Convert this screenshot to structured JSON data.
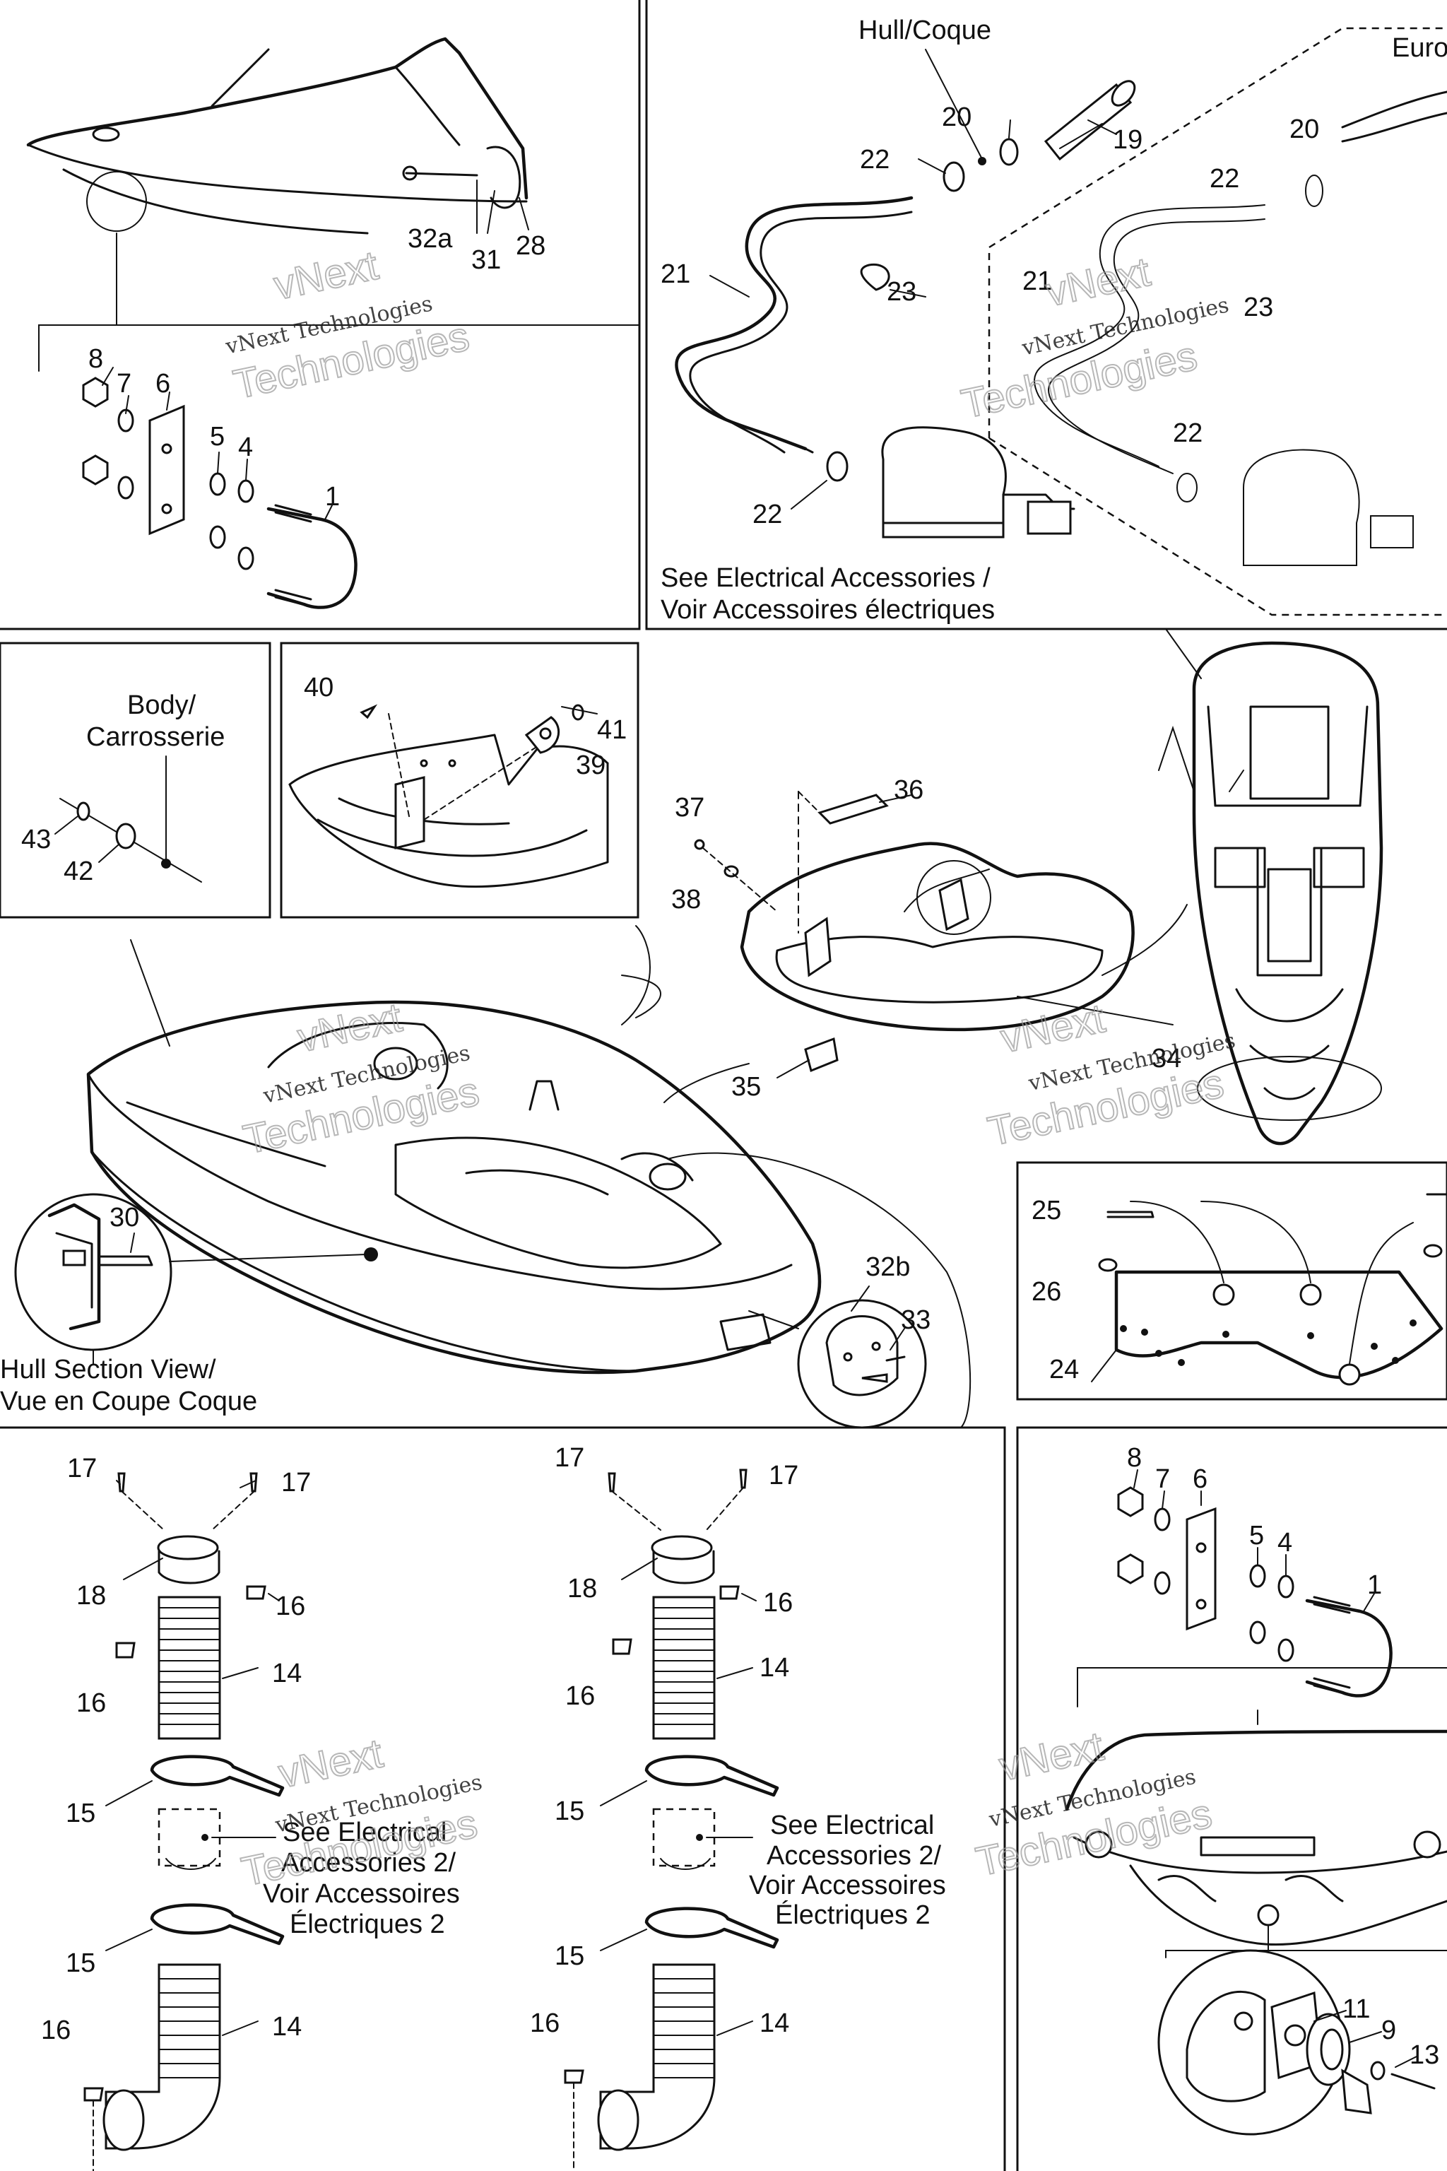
{
  "labels": {
    "top_left": [
      "32a",
      "31",
      "28",
      "8",
      "7",
      "6",
      "5",
      "4",
      "1"
    ],
    "top_right": [
      "Hull/Coque",
      "Euro",
      "20",
      "19",
      "22",
      "21",
      "23",
      "22",
      "20",
      "22",
      "21",
      "23",
      "22"
    ],
    "electrical_note": [
      "See Electrical Accessories /",
      "Voir Accessoires électriques"
    ],
    "body_label": [
      "Body/",
      "Carrosserie"
    ],
    "mid_left": [
      "43",
      "42",
      "40",
      "41",
      "39"
    ],
    "mid_center": [
      "37",
      "36",
      "38",
      "34",
      "35",
      "30",
      "32b",
      "33"
    ],
    "hull_section": [
      "Hull Section View/",
      "Vue en Coupe Coque"
    ],
    "mid_right": [
      "25",
      "26",
      "24"
    ],
    "bottom_left": [
      "17",
      "17",
      "18",
      "16",
      "16",
      "14",
      "15",
      "15",
      "14",
      "16"
    ],
    "bottom_center": [
      "17",
      "17",
      "18",
      "16",
      "16",
      "14",
      "15",
      "15",
      "14",
      "16"
    ],
    "accessories_note": [
      "See Electrical",
      "Accessories 2/",
      "Voir Accessoires",
      "Électriques 2"
    ],
    "bottom_right": [
      "8",
      "7",
      "6",
      "5",
      "4",
      "1",
      "11",
      "9",
      "13"
    ]
  },
  "watermark": [
    "vNext Technologies",
    "vNext",
    "Technologies"
  ]
}
